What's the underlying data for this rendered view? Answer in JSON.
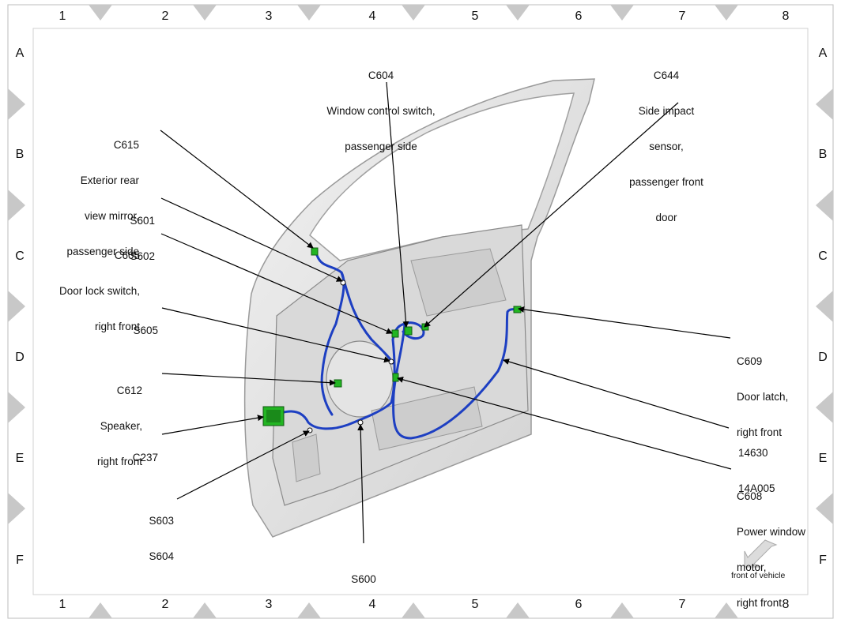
{
  "grid": {
    "columns": [
      "1",
      "2",
      "3",
      "4",
      "5",
      "6",
      "7",
      "8"
    ],
    "rows": [
      "A",
      "B",
      "C",
      "D",
      "E",
      "F"
    ]
  },
  "callouts": {
    "c604": {
      "code": "C604",
      "lines": [
        "Window control switch,",
        "passenger side"
      ]
    },
    "c644": {
      "code": "C644",
      "lines": [
        "Side impact",
        "sensor,",
        "passenger front",
        "door"
      ]
    },
    "c615": {
      "code": "C615",
      "lines": [
        "Exterior rear",
        "view mirror,",
        "passenger side"
      ]
    },
    "s601": {
      "lines": [
        "S601",
        "S602"
      ]
    },
    "c605": {
      "code": "C605",
      "lines": [
        "Door lock switch,",
        "right front"
      ]
    },
    "s605": {
      "code": "S605"
    },
    "c612": {
      "code": "C612",
      "lines": [
        "Speaker,",
        "right front"
      ]
    },
    "c237": {
      "code": "C237"
    },
    "s603": {
      "lines": [
        "S603",
        "S604"
      ]
    },
    "s600": {
      "code": "S600"
    },
    "c609": {
      "code": "C609",
      "lines": [
        "Door latch,",
        "right front"
      ]
    },
    "h14630": {
      "lines": [
        "14630",
        "14A005"
      ]
    },
    "c608": {
      "code": "C608",
      "lines": [
        "Power window",
        "motor,",
        "right front"
      ]
    }
  },
  "front_of_vehicle": "front of vehicle",
  "colors": {
    "harness": "#1d3fc2",
    "connector": "#22b522",
    "door_panel": "#d9d9d9",
    "border_marks": "#c8c8c8"
  }
}
